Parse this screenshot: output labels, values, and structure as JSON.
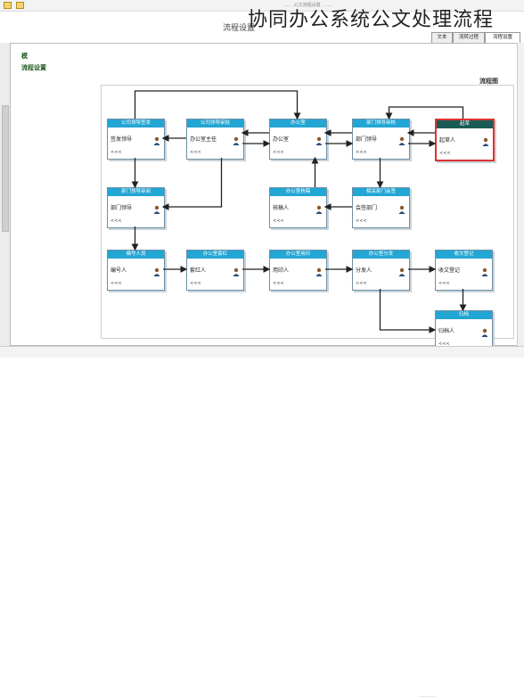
{
  "overlay_title": "协同办公系统公文处理流程",
  "window": {
    "top_crumb": "…… 公文流程设置 ……",
    "doc_title": "流程设置",
    "tabs": [
      "文本",
      "流转过程",
      "流程设置"
    ],
    "active_tab": 2
  },
  "panel": {
    "heading": "模",
    "subheading": "流程设置",
    "section_tag": "流程图"
  },
  "footer_note": "…………",
  "nodes": [
    {
      "id": "n_start",
      "title": "起草",
      "person": "起草人",
      "style": "dark",
      "selected": true
    },
    {
      "id": "n_dept1",
      "title": "部门领导审核",
      "person": "部门领导"
    },
    {
      "id": "n_office1",
      "title": "办公室",
      "person": "办公室"
    },
    {
      "id": "n_leader",
      "title": "公司领导审批",
      "person": "办公室主任"
    },
    {
      "id": "n_sign",
      "title": "公司领导签发",
      "person": "签发领导"
    },
    {
      "id": "n_dept2",
      "title": "部门领导审阅",
      "person": "部门领导"
    },
    {
      "id": "n_dept3",
      "title": "相关部门会签",
      "person": "会签部门"
    },
    {
      "id": "n_dept4",
      "title": "办公室核稿",
      "person": "核稿人"
    },
    {
      "id": "n_r1",
      "title": "编号人员",
      "person": "编号人"
    },
    {
      "id": "n_r2",
      "title": "办公室套红",
      "person": "套红人"
    },
    {
      "id": "n_r3",
      "title": "办公室用印",
      "person": "用印人"
    },
    {
      "id": "n_r4",
      "title": "办公室分发",
      "person": "分发人"
    },
    {
      "id": "n_r5",
      "title": "收文登记",
      "person": "收文登记"
    },
    {
      "id": "n_end",
      "title": "归档",
      "person": "归档人"
    }
  ],
  "node_footer": "<<<",
  "icons": {
    "avatar": "user-avatar-icon"
  },
  "colors": {
    "header_blue": "#22a6d4",
    "header_dark": "#1a5a55",
    "selected_border": "#dd3333",
    "edge": "#222222"
  }
}
